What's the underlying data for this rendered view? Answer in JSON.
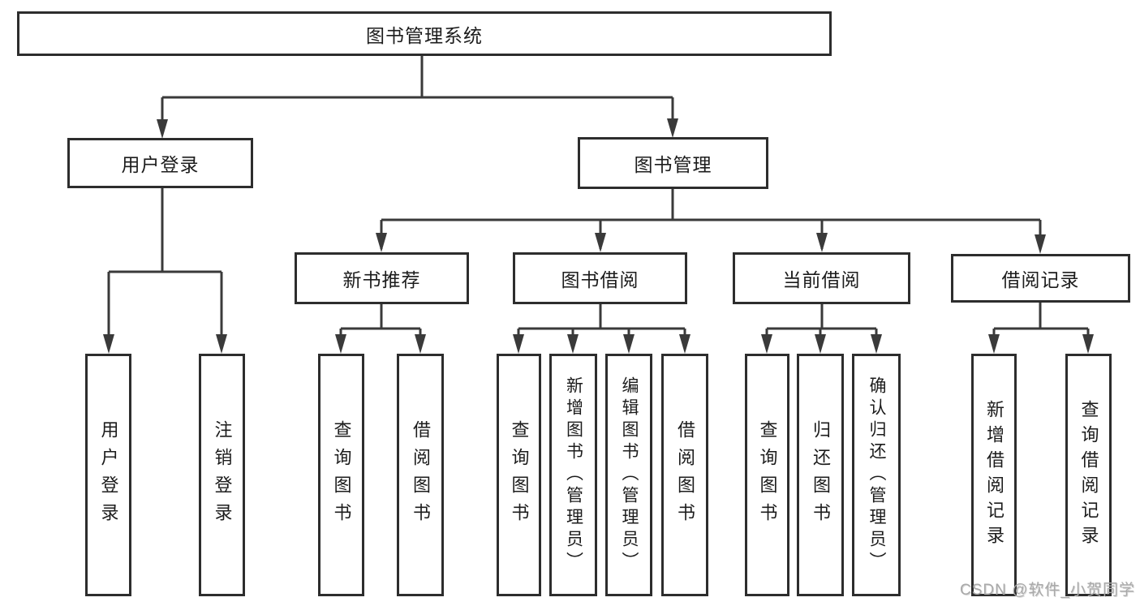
{
  "diagram": {
    "tree": {
      "root": {
        "label": "图书管理系统"
      },
      "branches": [
        {
          "label": "用户登录",
          "children": [
            {
              "label": "用户登录"
            },
            {
              "label": "注销登录"
            }
          ]
        },
        {
          "label": "图书管理",
          "children": [
            {
              "label": "新书推荐",
              "children": [
                {
                  "label": "查询图书"
                },
                {
                  "label": "借阅图书"
                }
              ]
            },
            {
              "label": "图书借阅",
              "children": [
                {
                  "label": "查询图书"
                },
                {
                  "label": "新增图书（管理员）"
                },
                {
                  "label": "编辑图书（管理员）"
                },
                {
                  "label": "借阅图书"
                }
              ]
            },
            {
              "label": "当前借阅",
              "children": [
                {
                  "label": "查询图书"
                },
                {
                  "label": "归还图书"
                },
                {
                  "label": "确认归还（管理员）"
                }
              ]
            },
            {
              "label": "借阅记录",
              "children": [
                {
                  "label": "新增借阅记录"
                },
                {
                  "label": "查询借阅记录"
                }
              ]
            }
          ]
        }
      ]
    },
    "colors": {
      "background": "#ffffff",
      "box_border": "#2d2d2d",
      "connector_line": "#3a3a3a",
      "text": "#1c1c1c",
      "watermark": "#a9a9a9"
    }
  },
  "watermark": {
    "text": "CSDN @软件_小贺同学"
  }
}
